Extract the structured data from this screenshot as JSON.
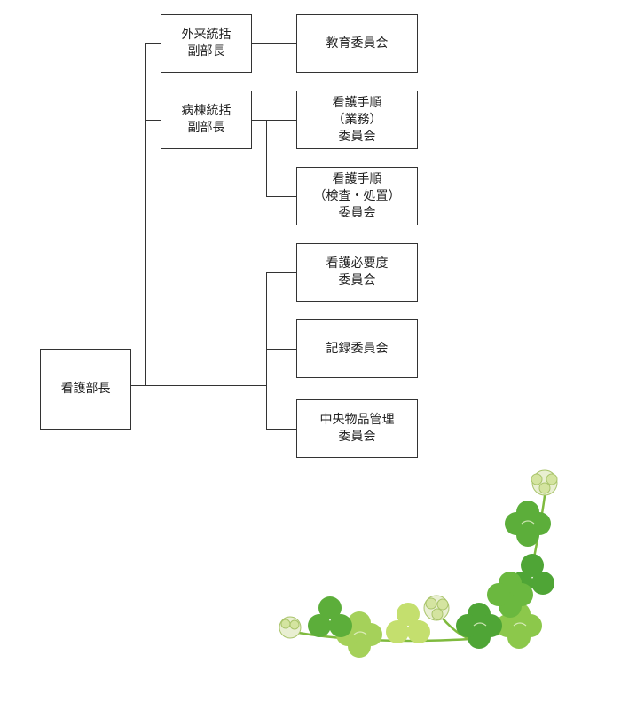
{
  "org": {
    "root": {
      "label": "看護部長"
    },
    "outpatient_vp": {
      "line1": "外来統括",
      "line2": "副部長"
    },
    "ward_vp": {
      "line1": "病棟統括",
      "line2": "副部長"
    },
    "committees": {
      "education": {
        "line1": "教育委員会"
      },
      "procedure_work": {
        "line1": "看護手順",
        "line2": "（業務）",
        "line3": "委員会"
      },
      "procedure_exam": {
        "line1": "看護手順",
        "line2": "（検査・処置）",
        "line3": "委員会"
      },
      "necessity": {
        "line1": "看護必要度",
        "line2": "委員会"
      },
      "records": {
        "line1": "記録委員会"
      },
      "central_supplies": {
        "line1": "中央物品管理",
        "line2": "委員会"
      }
    }
  },
  "decoration": {
    "icon": "clover-flower-illustration"
  },
  "colors": {
    "line": "#333333",
    "clover_dark": "#5cae3a",
    "clover_mid": "#8cc84b",
    "clover_light": "#c4df6e"
  }
}
